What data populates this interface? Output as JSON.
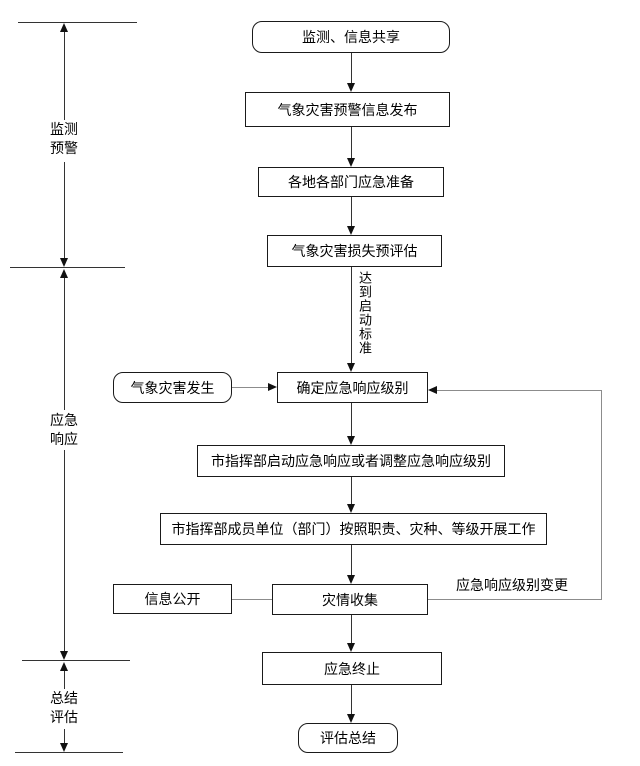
{
  "diagram": {
    "phases": [
      {
        "line1": "监测",
        "line2": "预警"
      },
      {
        "line1": "应急",
        "line2": "响应"
      },
      {
        "line1": "总结",
        "line2": "评估"
      }
    ],
    "nodes": {
      "start": "监测、信息共享",
      "warning_release": "气象灾害预警信息发布",
      "preparation": "各地各部门应急准备",
      "pre_assessment": "气象灾害损失预评估",
      "reach_standard": "达到启动标准",
      "disaster_occurs": "气象灾害发生",
      "determine_level": "确定应急响应级别",
      "start_response": "市指挥部启动应急响应或者调整应急响应级别",
      "members_work": "市指挥部成员单位（部门）按照职责、灾种、等级开展工作",
      "info_public": "信息公开",
      "disaster_collect": "灾情收集",
      "response_end": "应急终止",
      "evaluation": "评估总结"
    },
    "edge_labels": {
      "level_change": "应急响应级别变更"
    },
    "colors": {
      "background": "#ffffff",
      "box_border": "#1a1a1a",
      "flow_line": "#333333",
      "connector_line": "#8c8c8c",
      "text": "#000000"
    }
  }
}
